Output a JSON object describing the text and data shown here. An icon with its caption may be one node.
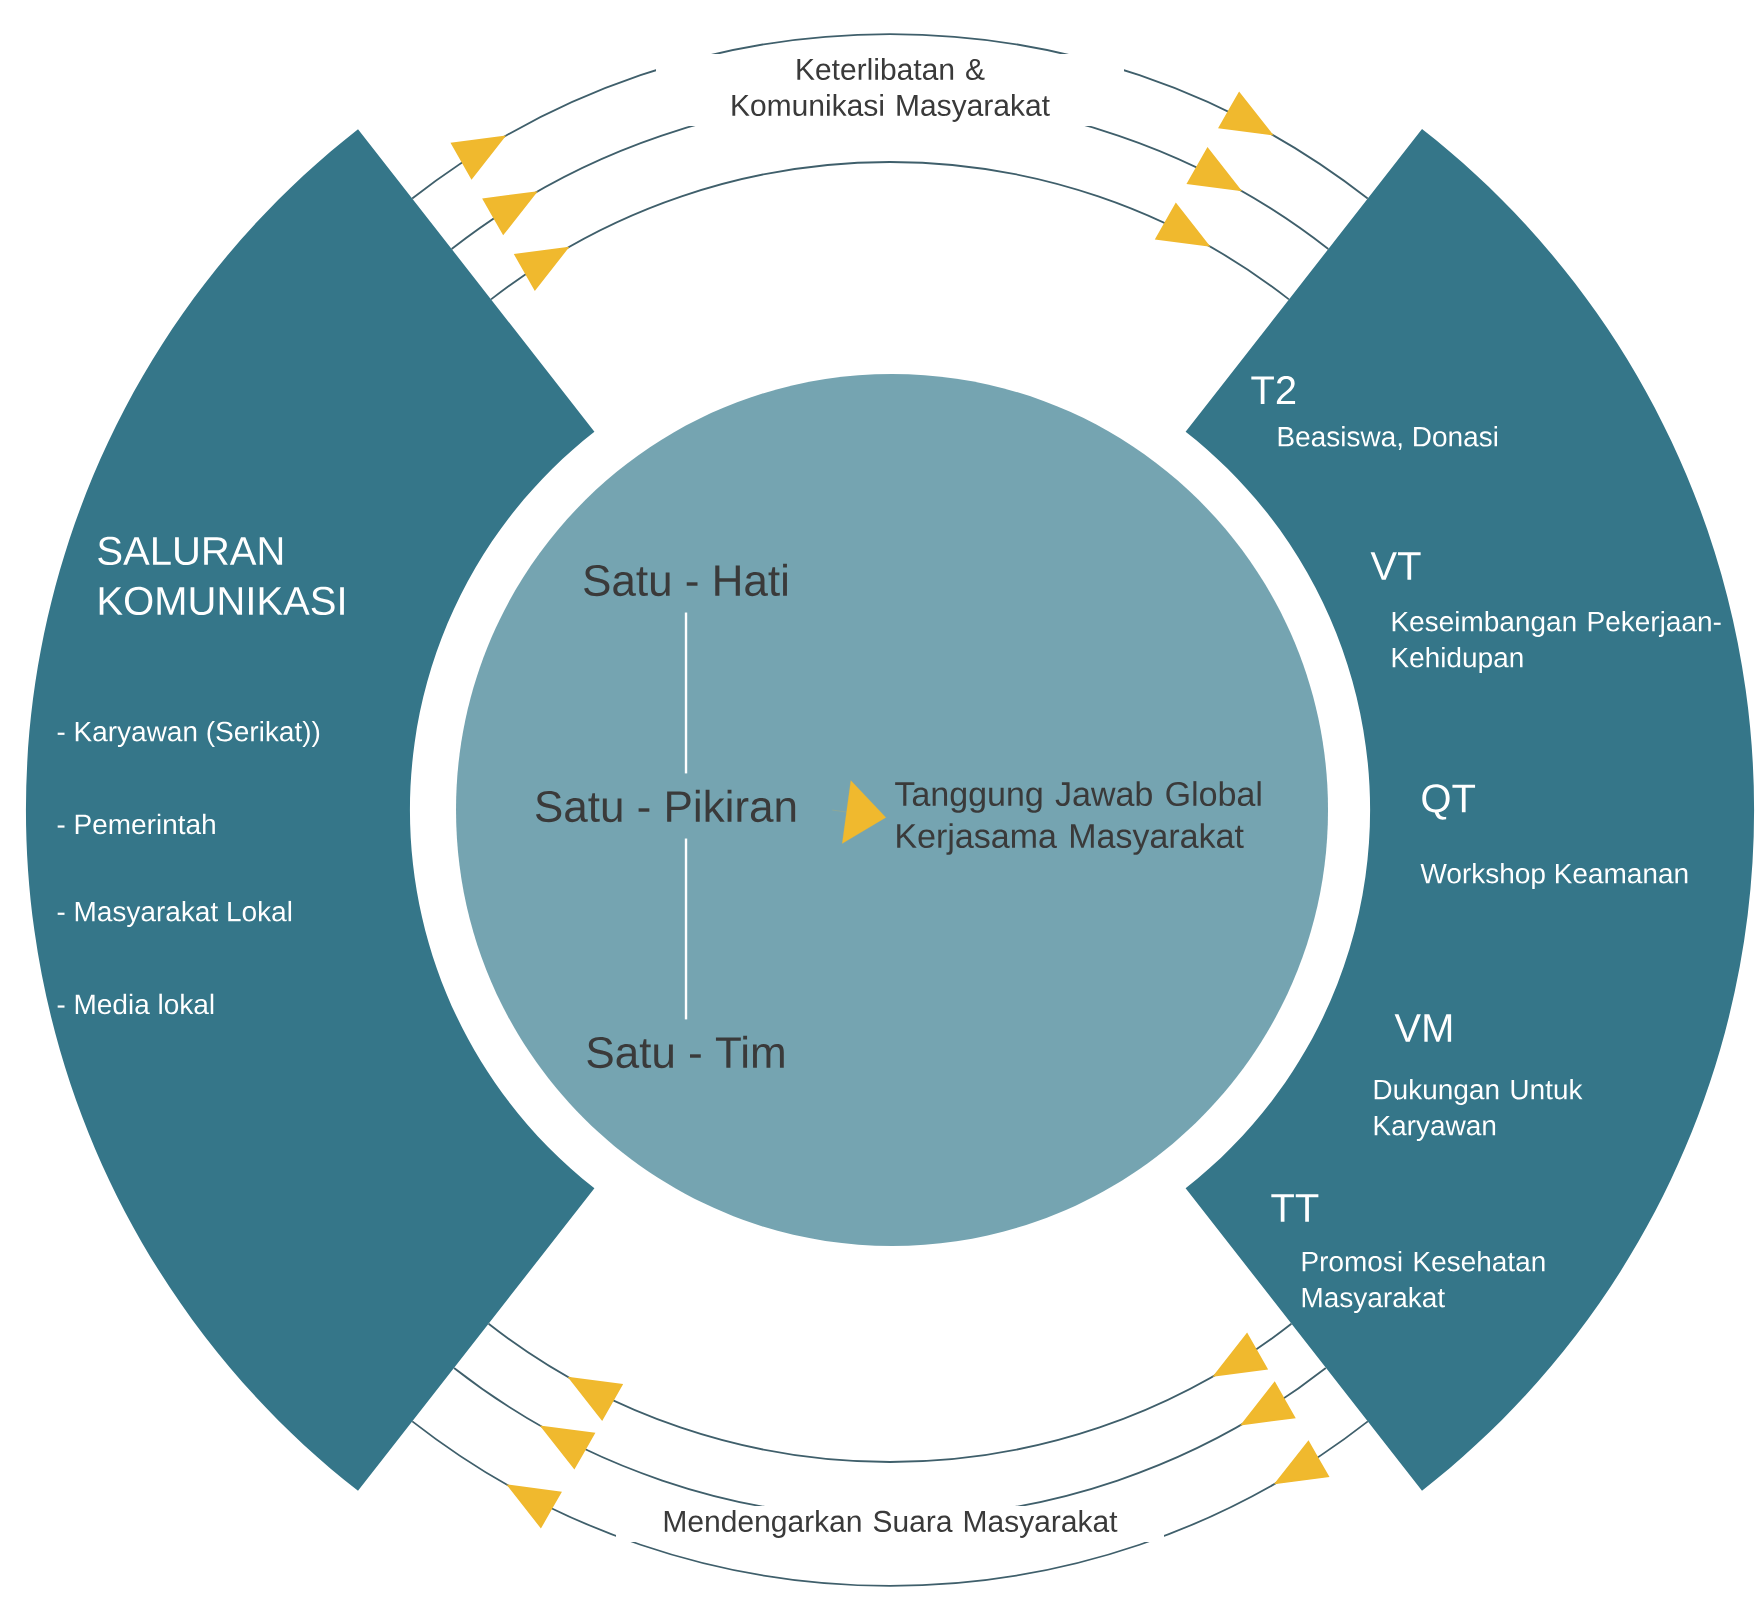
{
  "diagram": {
    "nodes": [
      {
        "text": [
          "SALURAN KOMUNIKASI",
          "- Karyawan (Serikat))",
          "- Pemerintah",
          "- Masyarakat Lokal",
          "- Media lokal"
        ]
      },
      {
        "text": [
          "T2",
          "Beasiswa, Donasi",
          "VT",
          "Keseimbangan Pekerjaan-Kehidupan",
          "QT",
          "Workshop Keamanan",
          "VM",
          "Dukungan Untuk Karyawan",
          "TT",
          "Promosi Kesehatan Masyarakat"
        ]
      },
      {
        "text": [],
        "shape": "circle"
      },
      {
        "text": [
          "Satu - Hati"
        ],
        "in": 2
      },
      {
        "text": [
          "Satu - Pikiran"
        ],
        "in": 2
      },
      {
        "text": [
          "Satu - Tim"
        ],
        "in": 2
      },
      {
        "text": [
          "Tanggung Jawab Global Kerjasama Masyarakat"
        ],
        "in": 2
      }
    ],
    "edges": [
      {
        "from": 0,
        "to": 1,
        "arrow": "to"
      },
      {
        "from": 0,
        "to": 1,
        "arrow": "to",
        "label": "Keterlibatan & Komunikasi Masyarakat"
      },
      {
        "from": 0,
        "to": 1,
        "arrow": "to"
      },
      {
        "from": 1,
        "to": 0,
        "arrow": "to"
      },
      {
        "from": 1,
        "to": 0,
        "arrow": "to",
        "label": "Mendengarkan Suara Masyarakat"
      },
      {
        "from": 1,
        "to": 0,
        "arrow": "to"
      },
      {
        "from": 3,
        "to": 4,
        "arrow": "none",
        "color": "#ffffff"
      },
      {
        "from": 4,
        "to": 5,
        "arrow": "none",
        "color": "#ffffff"
      },
      {
        "from": 4,
        "to": 6,
        "arrow": "to",
        "color": "#f0b92e"
      }
    ]
  }
}
